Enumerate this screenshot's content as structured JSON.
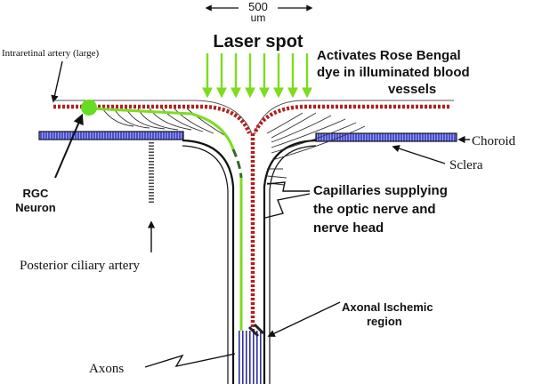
{
  "scale_bar": {
    "value": "500",
    "unit": "um"
  },
  "labels": {
    "laser_spot": "Laser spot",
    "activates_1": "Activates Rose Bengal",
    "activates_2": "dye in illuminated blood",
    "activates_3": "vessels",
    "intraretinal_artery": "Intraretinal artery (large)",
    "choroid": "Choroid",
    "sclera": "Sclera",
    "rgc_1": "RGC",
    "rgc_2": "Neuron",
    "capillaries_1": "Capillaries supplying",
    "capillaries_2": "the optic nerve and",
    "capillaries_3": "nerve head",
    "posterior_ciliary": "Posterior ciliary artery",
    "axonal_1": "Axonal Ischemic",
    "axonal_2": "region",
    "axons": "Axons"
  },
  "colors": {
    "laser_arrow": "#7ddc1f",
    "artery_red": "#b22020",
    "rgc_green": "#66dd22",
    "axon_dark_green": "#2f6b2a",
    "choroid_blue": "#4b4fd0",
    "axon_blue": "#3030a0",
    "outline": "#111111"
  }
}
